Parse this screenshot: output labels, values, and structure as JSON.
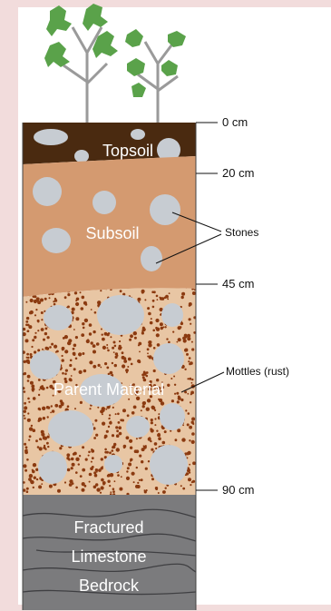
{
  "layers": [
    {
      "name": "Topsoil",
      "color": "#4a2a10"
    },
    {
      "name": "Subsoil",
      "color": "#d49a70"
    },
    {
      "name": "Parent Material",
      "color": "#e8c6a4"
    },
    {
      "name": "Fractured Limestone Bedrock",
      "lines": [
        "Fractured",
        "Limestone",
        "Bedrock"
      ],
      "color": "#7b7b7d"
    }
  ],
  "depths": [
    "0 cm",
    "20 cm",
    "45 cm",
    "90 cm"
  ],
  "callouts": {
    "stones": "Stones",
    "mottles": "Mottles (rust)"
  },
  "colors": {
    "background": "#f2dcdc",
    "stone": "#c7ccd2",
    "mottle": "#8b3a10",
    "plant_leaf": "#5aa24a",
    "stem": "#9a9a9a"
  }
}
